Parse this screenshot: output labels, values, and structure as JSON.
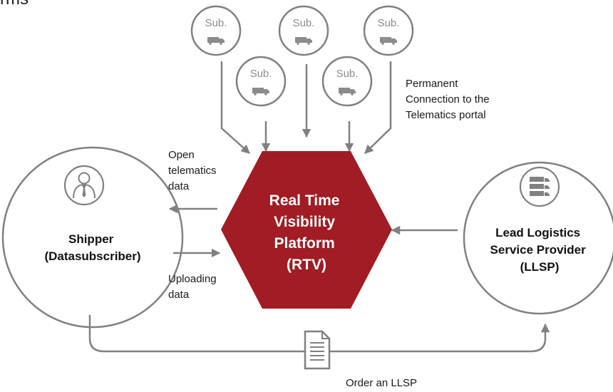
{
  "corner_fragment": "rms",
  "subcontractor_label": "Sub.",
  "subcontractors": [
    "Sub.",
    "Sub.",
    "Sub.",
    "Sub.",
    "Sub."
  ],
  "annotations": {
    "telematics_portal": [
      "Permanent",
      "Connection to the",
      "Telematics portal"
    ],
    "open_data": [
      "Open",
      "telematics",
      "data"
    ],
    "uploading": [
      "Uploading",
      "data"
    ],
    "order": "Order an LLSP"
  },
  "platform": {
    "lines": [
      "Real Time",
      "Visibility",
      "Platform",
      "(RTV)"
    ],
    "color": "#a11c24"
  },
  "shipper": {
    "lines": [
      "Shipper",
      "(Datasubscriber)"
    ]
  },
  "llsp": {
    "lines": [
      "Lead Logistics",
      "Service Provider",
      "(LLSP)"
    ]
  },
  "colors": {
    "outline": "#808080",
    "text": "#111111",
    "sub_text": "#8c8c8c"
  },
  "icons": [
    "truck-icon",
    "person-icon",
    "truck-stack-icon",
    "document-icon"
  ]
}
